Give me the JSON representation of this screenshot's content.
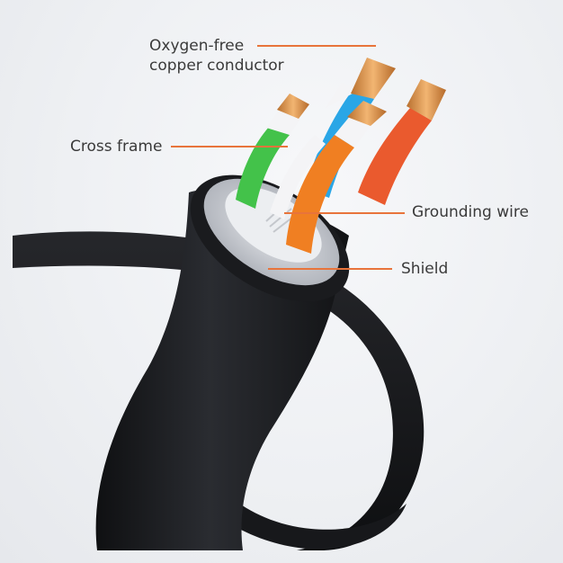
{
  "labels": {
    "conductor_line1": "Oxygen-free",
    "conductor_line2": "copper conductor",
    "cross_frame": "Cross frame",
    "grounding_wire": "Grounding wire",
    "shield": "Shield"
  },
  "colors": {
    "leader_line": "#e8743b",
    "jacket": "#1c1d20",
    "shield_foil": "#c9ccd2",
    "copper": "#d9944f",
    "wire_green": "#43c24a",
    "wire_blue": "#2aa6e6",
    "wire_orange": "#f07f22",
    "wire_red_orange": "#ea5a2e",
    "insulation_white": "#f4f4f6"
  }
}
